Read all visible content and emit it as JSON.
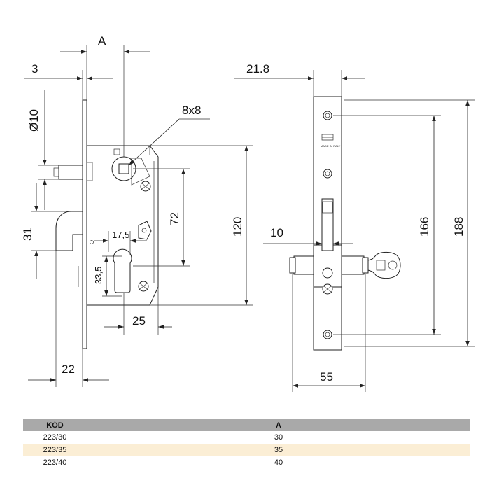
{
  "dimensions": {
    "a": "A",
    "d3": "3",
    "d21_8": "21.8",
    "d10dia": "Ø10",
    "d8x8": "8x8",
    "d31": "31",
    "d17_5": "17,5",
    "d72": "72",
    "d120": "120",
    "d33_5": "33,5",
    "d25": "25",
    "d22": "22",
    "d10": "10",
    "d166": "166",
    "d188": "188",
    "d55": "55"
  },
  "faceplate_text": "MADE IN ITALY",
  "table": {
    "headers": [
      "KÓD",
      "A"
    ],
    "rows": [
      [
        "223/30",
        "30"
      ],
      [
        "223/35",
        "35"
      ],
      [
        "223/40",
        "40"
      ]
    ],
    "highlight_row": 1,
    "header_color": "#a9a9a9",
    "highlight_color": "#fbeed5"
  }
}
